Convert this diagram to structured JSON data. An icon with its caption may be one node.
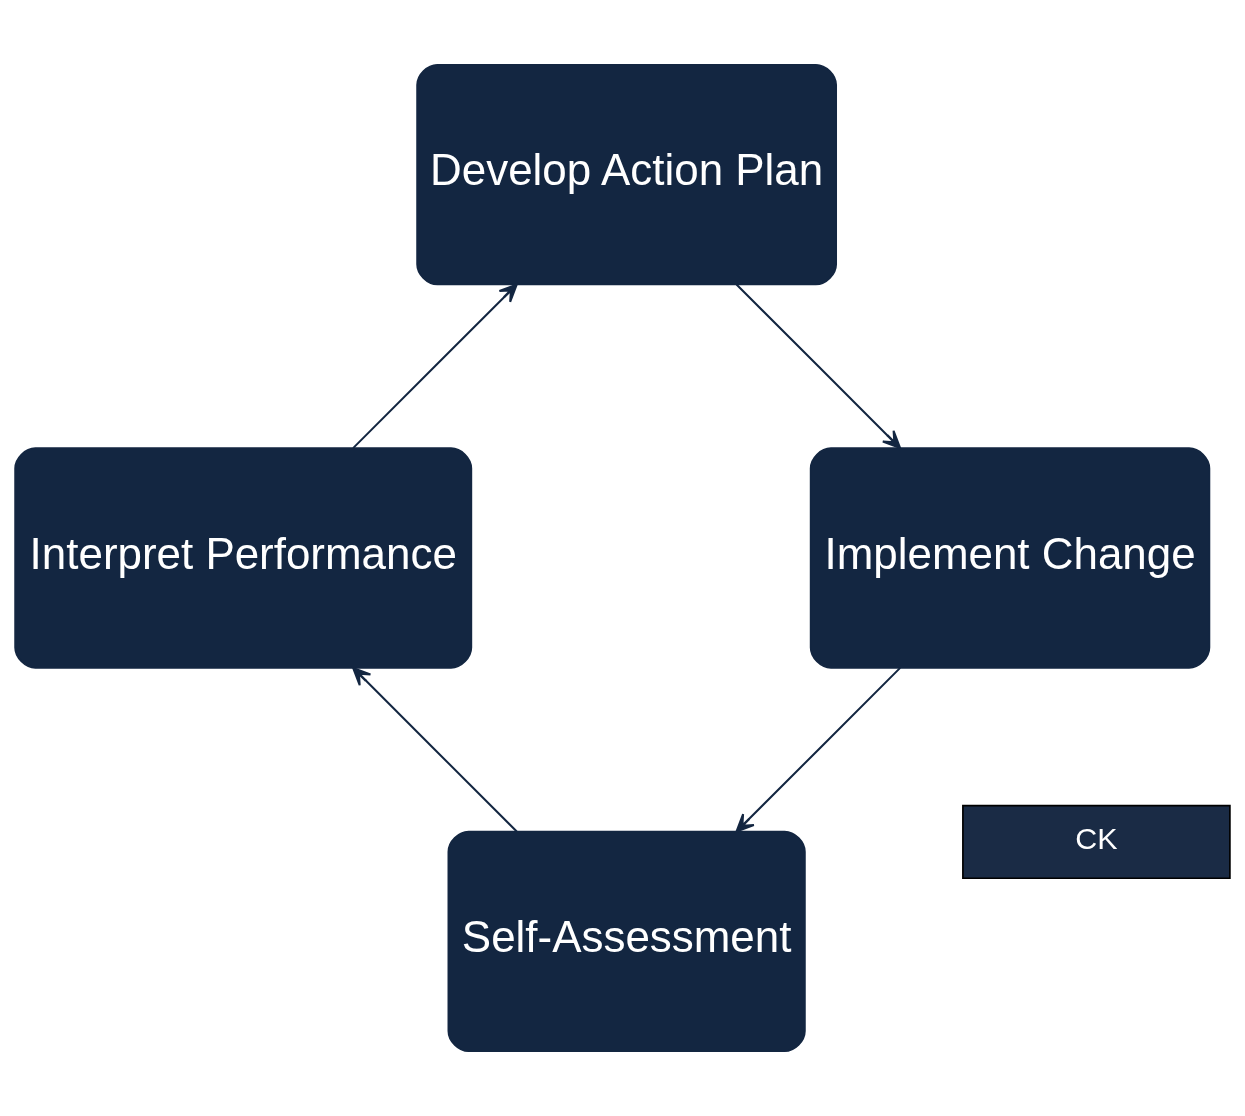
{
  "diagram": {
    "nodes": [
      {
        "text": [
          "Self-Assessment"
        ]
      },
      {
        "text": [
          "Interpret Performance"
        ]
      },
      {
        "text": [
          "Develop Action Plan"
        ]
      },
      {
        "text": [
          "Implement Change"
        ]
      },
      {
        "text": [
          "CK"
        ]
      }
    ],
    "edges": [
      {
        "from": 0,
        "to": 1,
        "arrow": "to"
      },
      {
        "from": 1,
        "to": 2,
        "arrow": "to"
      },
      {
        "from": 2,
        "to": 3,
        "arrow": "to"
      },
      {
        "from": 3,
        "to": 0,
        "arrow": "to"
      }
    ]
  }
}
